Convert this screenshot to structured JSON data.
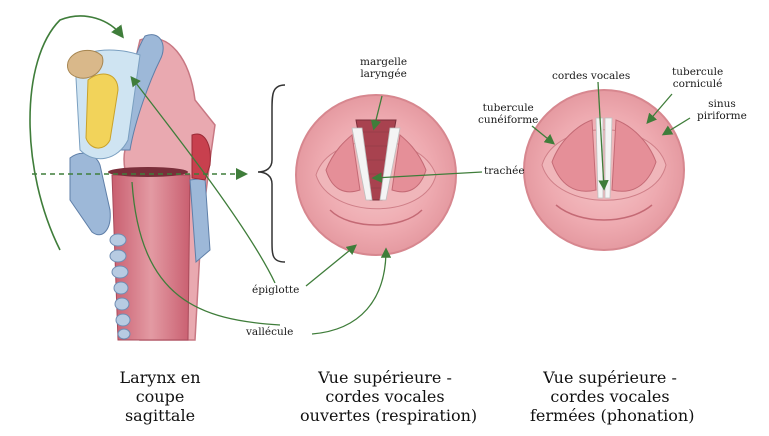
{
  "labels": {
    "margelle_line1": "margelle",
    "margelle_line2": "laryngée",
    "cordes_vocales": "cordes vocales",
    "corniculé_line1": "tubercule",
    "corniculé_line2": "corniculé",
    "cunéiforme_line1": "tubercule",
    "cunéiforme_line2": "cunéiforme",
    "sinus_line1": "sinus",
    "sinus_line2": "piriforme",
    "trachée": "trachée",
    "épiglotte": "épiglotte",
    "vallécule": "vallécule"
  },
  "captions": {
    "sagittal": [
      "Larynx en",
      "coupe",
      "sagittale"
    ],
    "open": [
      "Vue supérieure -",
      "cordes vocales",
      "ouvertes (respiration)"
    ],
    "closed": [
      "Vue supérieure -",
      "cordes vocales",
      "fermées (phonation)"
    ]
  },
  "colors": {
    "arrow_green": "#3f7d3a",
    "flesh": "#e9a9ae",
    "flesh_dark": "#c85a68",
    "cartilage_blue": "#9db8d8",
    "fat_yellow": "#f2d35a"
  }
}
